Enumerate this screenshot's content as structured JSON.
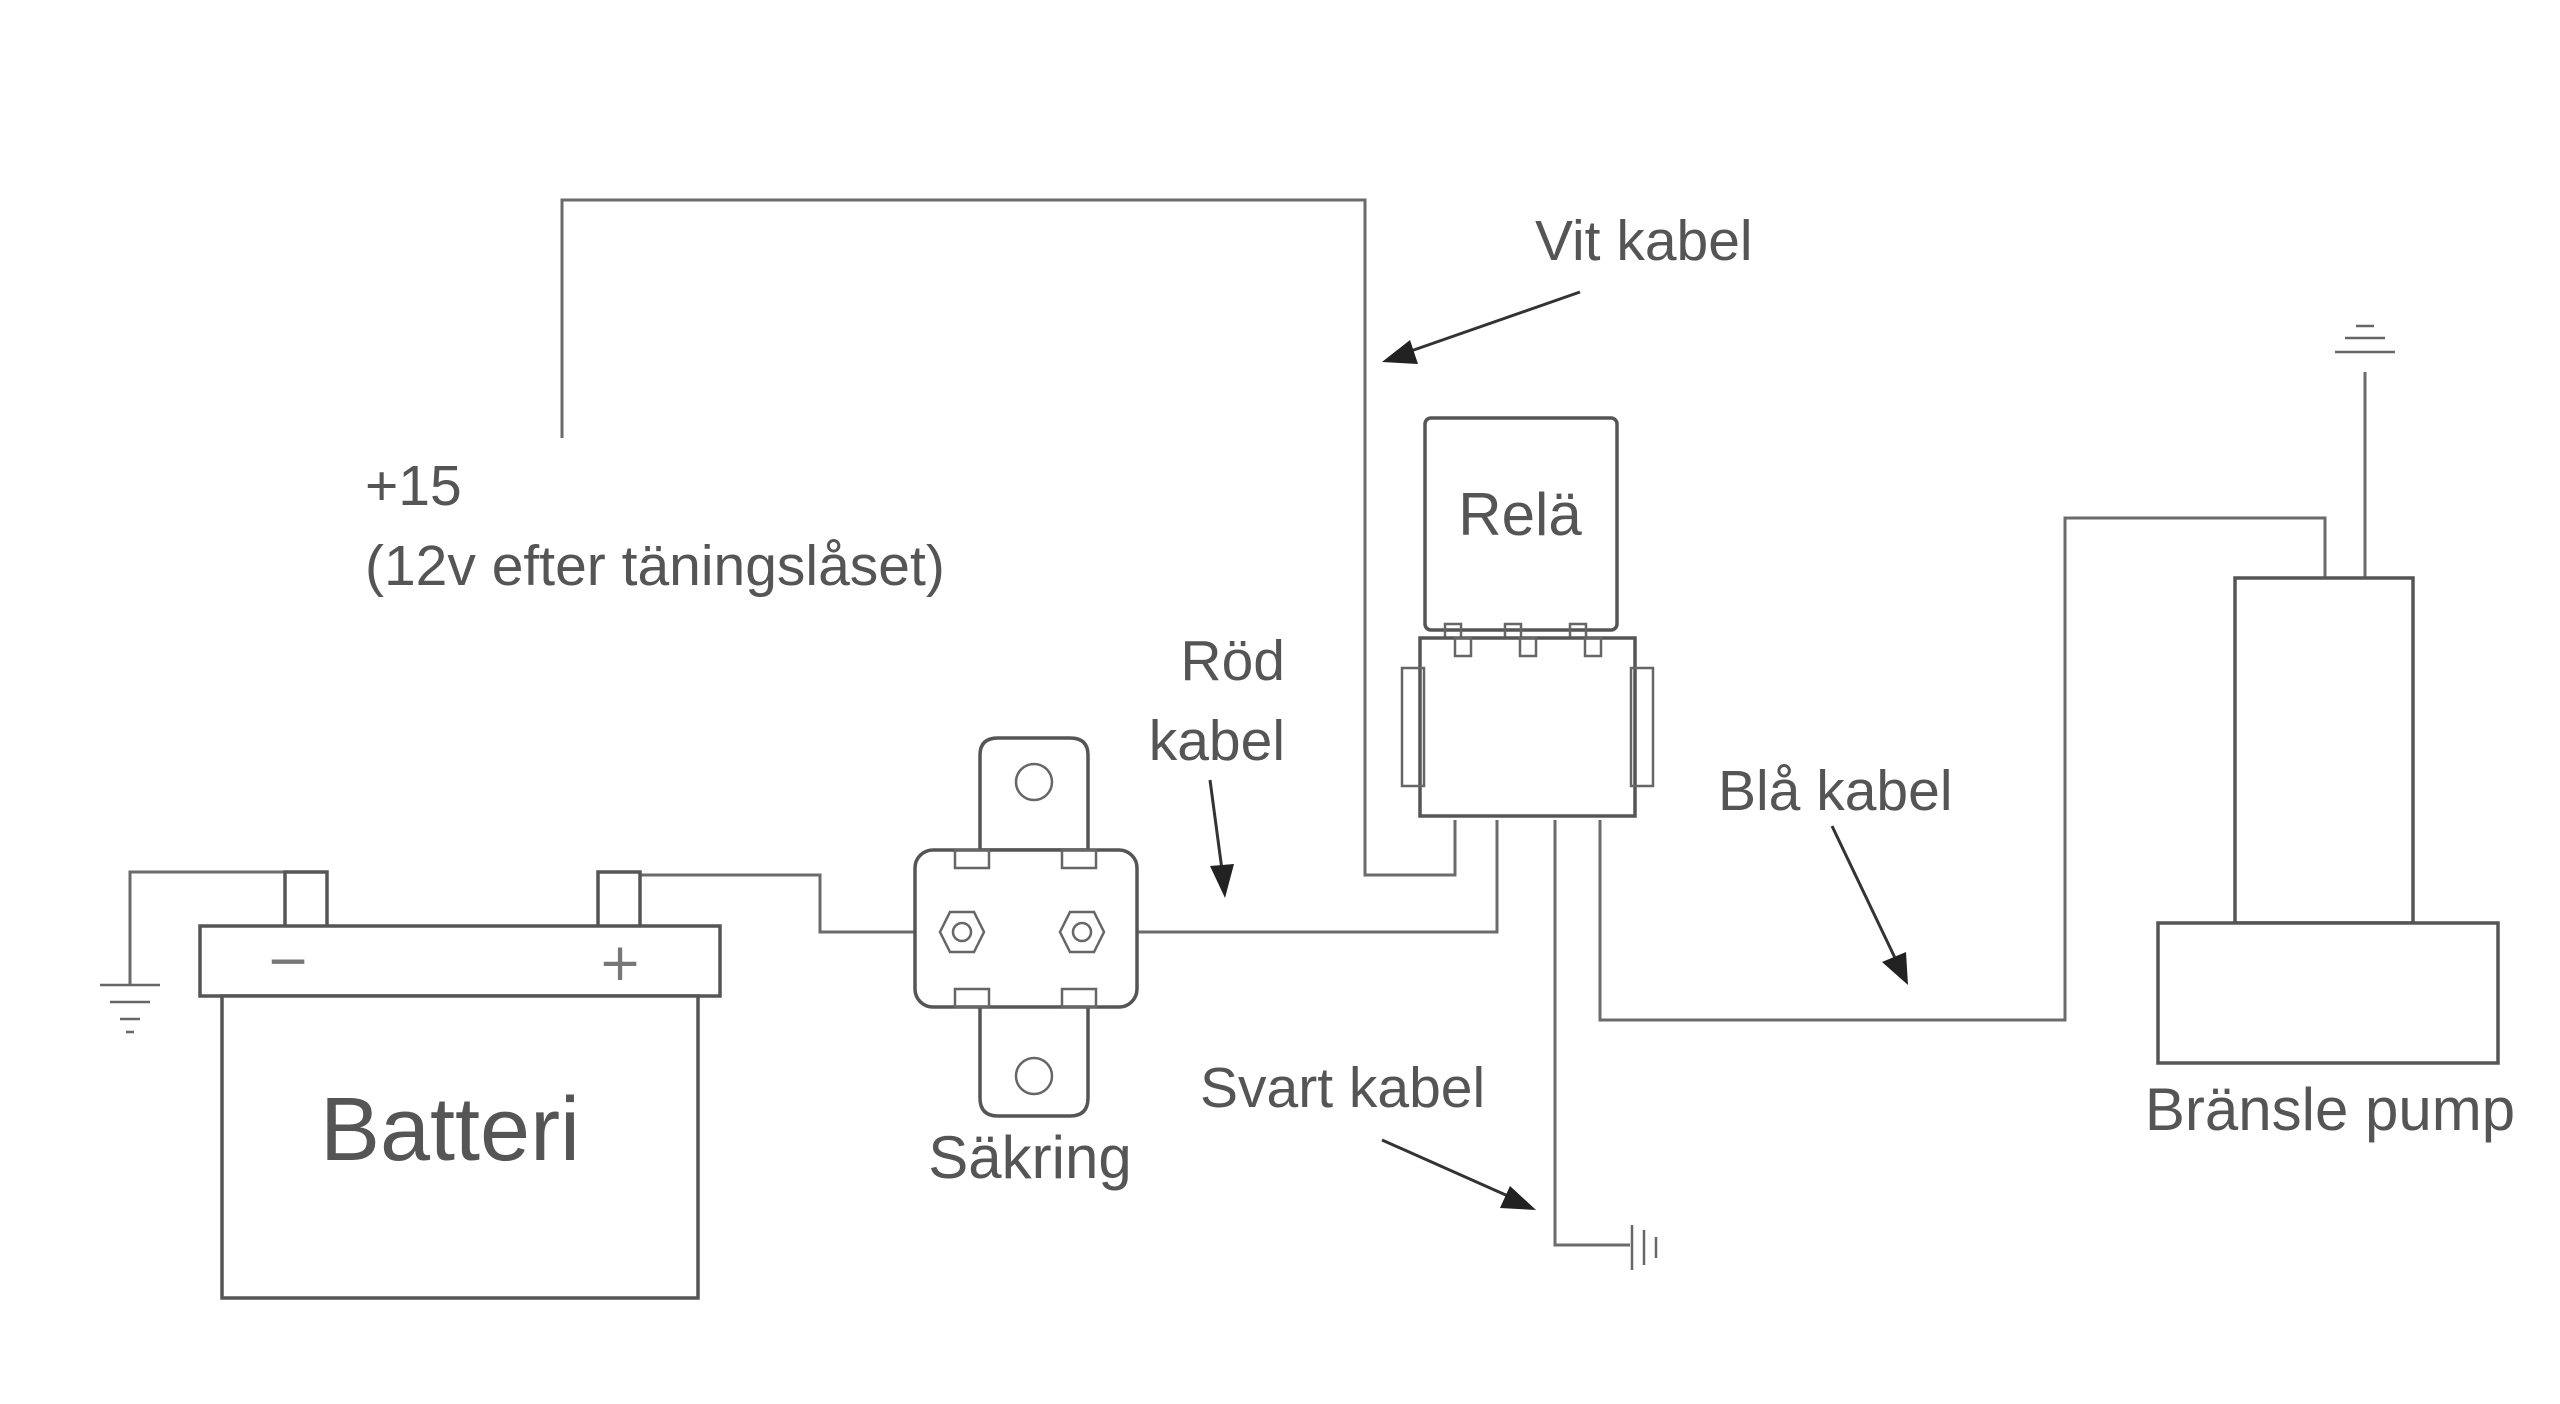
{
  "labels": {
    "plus15": "+15",
    "plus15_note": "(12v efter täningslåset)",
    "vit_kabel": "Vit kabel",
    "rela": "Relä",
    "rod": "Röd",
    "rod_kabel": "kabel",
    "bla_kabel": "Blå kabel",
    "svart_kabel": "Svart kabel",
    "batteri": "Batteri",
    "sakring": "Säkring",
    "bransle_pump": "Bränsle pump",
    "minus": "−",
    "plus": "+"
  },
  "colors": {
    "wire": "#6b6b6b",
    "outline": "#555555",
    "text": "#555555",
    "arrow": "#222222"
  },
  "icons": {
    "ground_left": "ground-icon",
    "ground_relay": "ground-icon",
    "ground_pump": "ground-icon"
  }
}
